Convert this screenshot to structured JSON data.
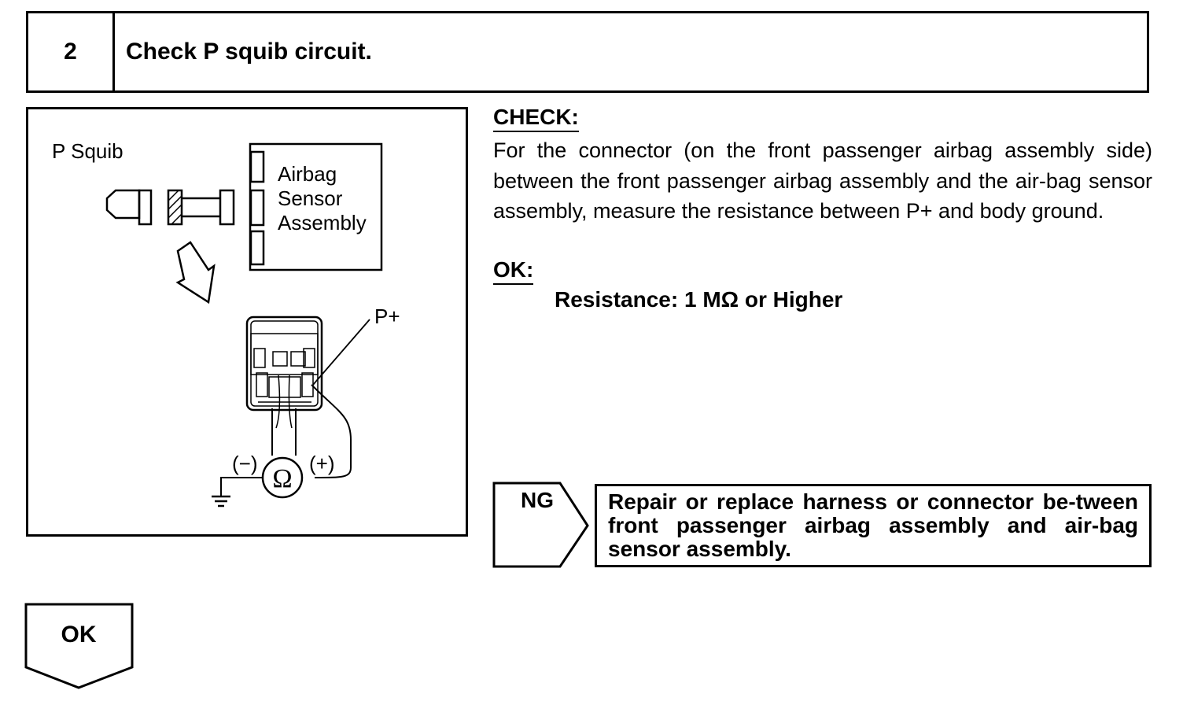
{
  "step": {
    "number": "2",
    "title": "Check P squib circuit."
  },
  "diagram": {
    "p_squib_label": "P Squib",
    "airbag_sensor_lines": [
      "Airbag",
      "Sensor",
      "Assembly"
    ],
    "p_plus_label": "P+",
    "minus_label": "(−)",
    "plus_label": "(+)",
    "ohm_symbol": "Ω"
  },
  "check": {
    "heading": "CHECK:",
    "body": "For the connector (on the front passenger airbag assembly side) between the front passenger airbag assembly and the air-bag sensor assembly, measure the resistance between P+ and body ground."
  },
  "ok_spec": {
    "heading": "OK:",
    "value": "Resistance: 1 MΩ or Higher"
  },
  "ng": {
    "label": "NG",
    "action": "Repair or replace harness or connector be-tween front passenger airbag assembly and air-bag sensor assembly."
  },
  "ok_result": {
    "label": "OK"
  }
}
